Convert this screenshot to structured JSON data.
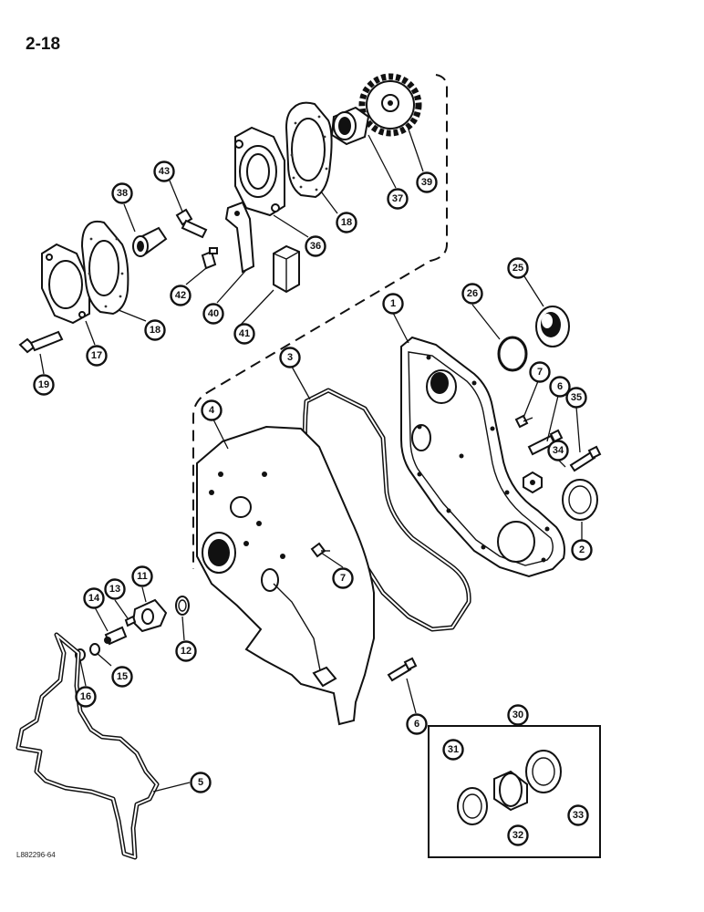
{
  "page_number": "2-18",
  "drawing_id": "L882296-64",
  "kit_callout": "30",
  "callouts": [
    {
      "id": "c1",
      "label": "1"
    },
    {
      "id": "c2",
      "label": "2"
    },
    {
      "id": "c3",
      "label": "3"
    },
    {
      "id": "c4",
      "label": "4"
    },
    {
      "id": "c5",
      "label": "5"
    },
    {
      "id": "c6a",
      "label": "6"
    },
    {
      "id": "c6b",
      "label": "6"
    },
    {
      "id": "c7a",
      "label": "7"
    },
    {
      "id": "c7b",
      "label": "7"
    },
    {
      "id": "c11",
      "label": "11"
    },
    {
      "id": "c12",
      "label": "12"
    },
    {
      "id": "c13",
      "label": "13"
    },
    {
      "id": "c14",
      "label": "14"
    },
    {
      "id": "c15",
      "label": "15"
    },
    {
      "id": "c16",
      "label": "16"
    },
    {
      "id": "c17",
      "label": "17"
    },
    {
      "id": "c18a",
      "label": "18"
    },
    {
      "id": "c18b",
      "label": "18"
    },
    {
      "id": "c19",
      "label": "19"
    },
    {
      "id": "c25",
      "label": "25"
    },
    {
      "id": "c26",
      "label": "26"
    },
    {
      "id": "c31",
      "label": "31"
    },
    {
      "id": "c32",
      "label": "32"
    },
    {
      "id": "c33",
      "label": "33"
    },
    {
      "id": "c34",
      "label": "34"
    },
    {
      "id": "c35",
      "label": "35"
    },
    {
      "id": "c36",
      "label": "36"
    },
    {
      "id": "c37",
      "label": "37"
    },
    {
      "id": "c38",
      "label": "38"
    },
    {
      "id": "c39",
      "label": "39"
    },
    {
      "id": "c40",
      "label": "40"
    },
    {
      "id": "c41",
      "label": "41"
    },
    {
      "id": "c42",
      "label": "42"
    },
    {
      "id": "c43",
      "label": "43"
    }
  ]
}
